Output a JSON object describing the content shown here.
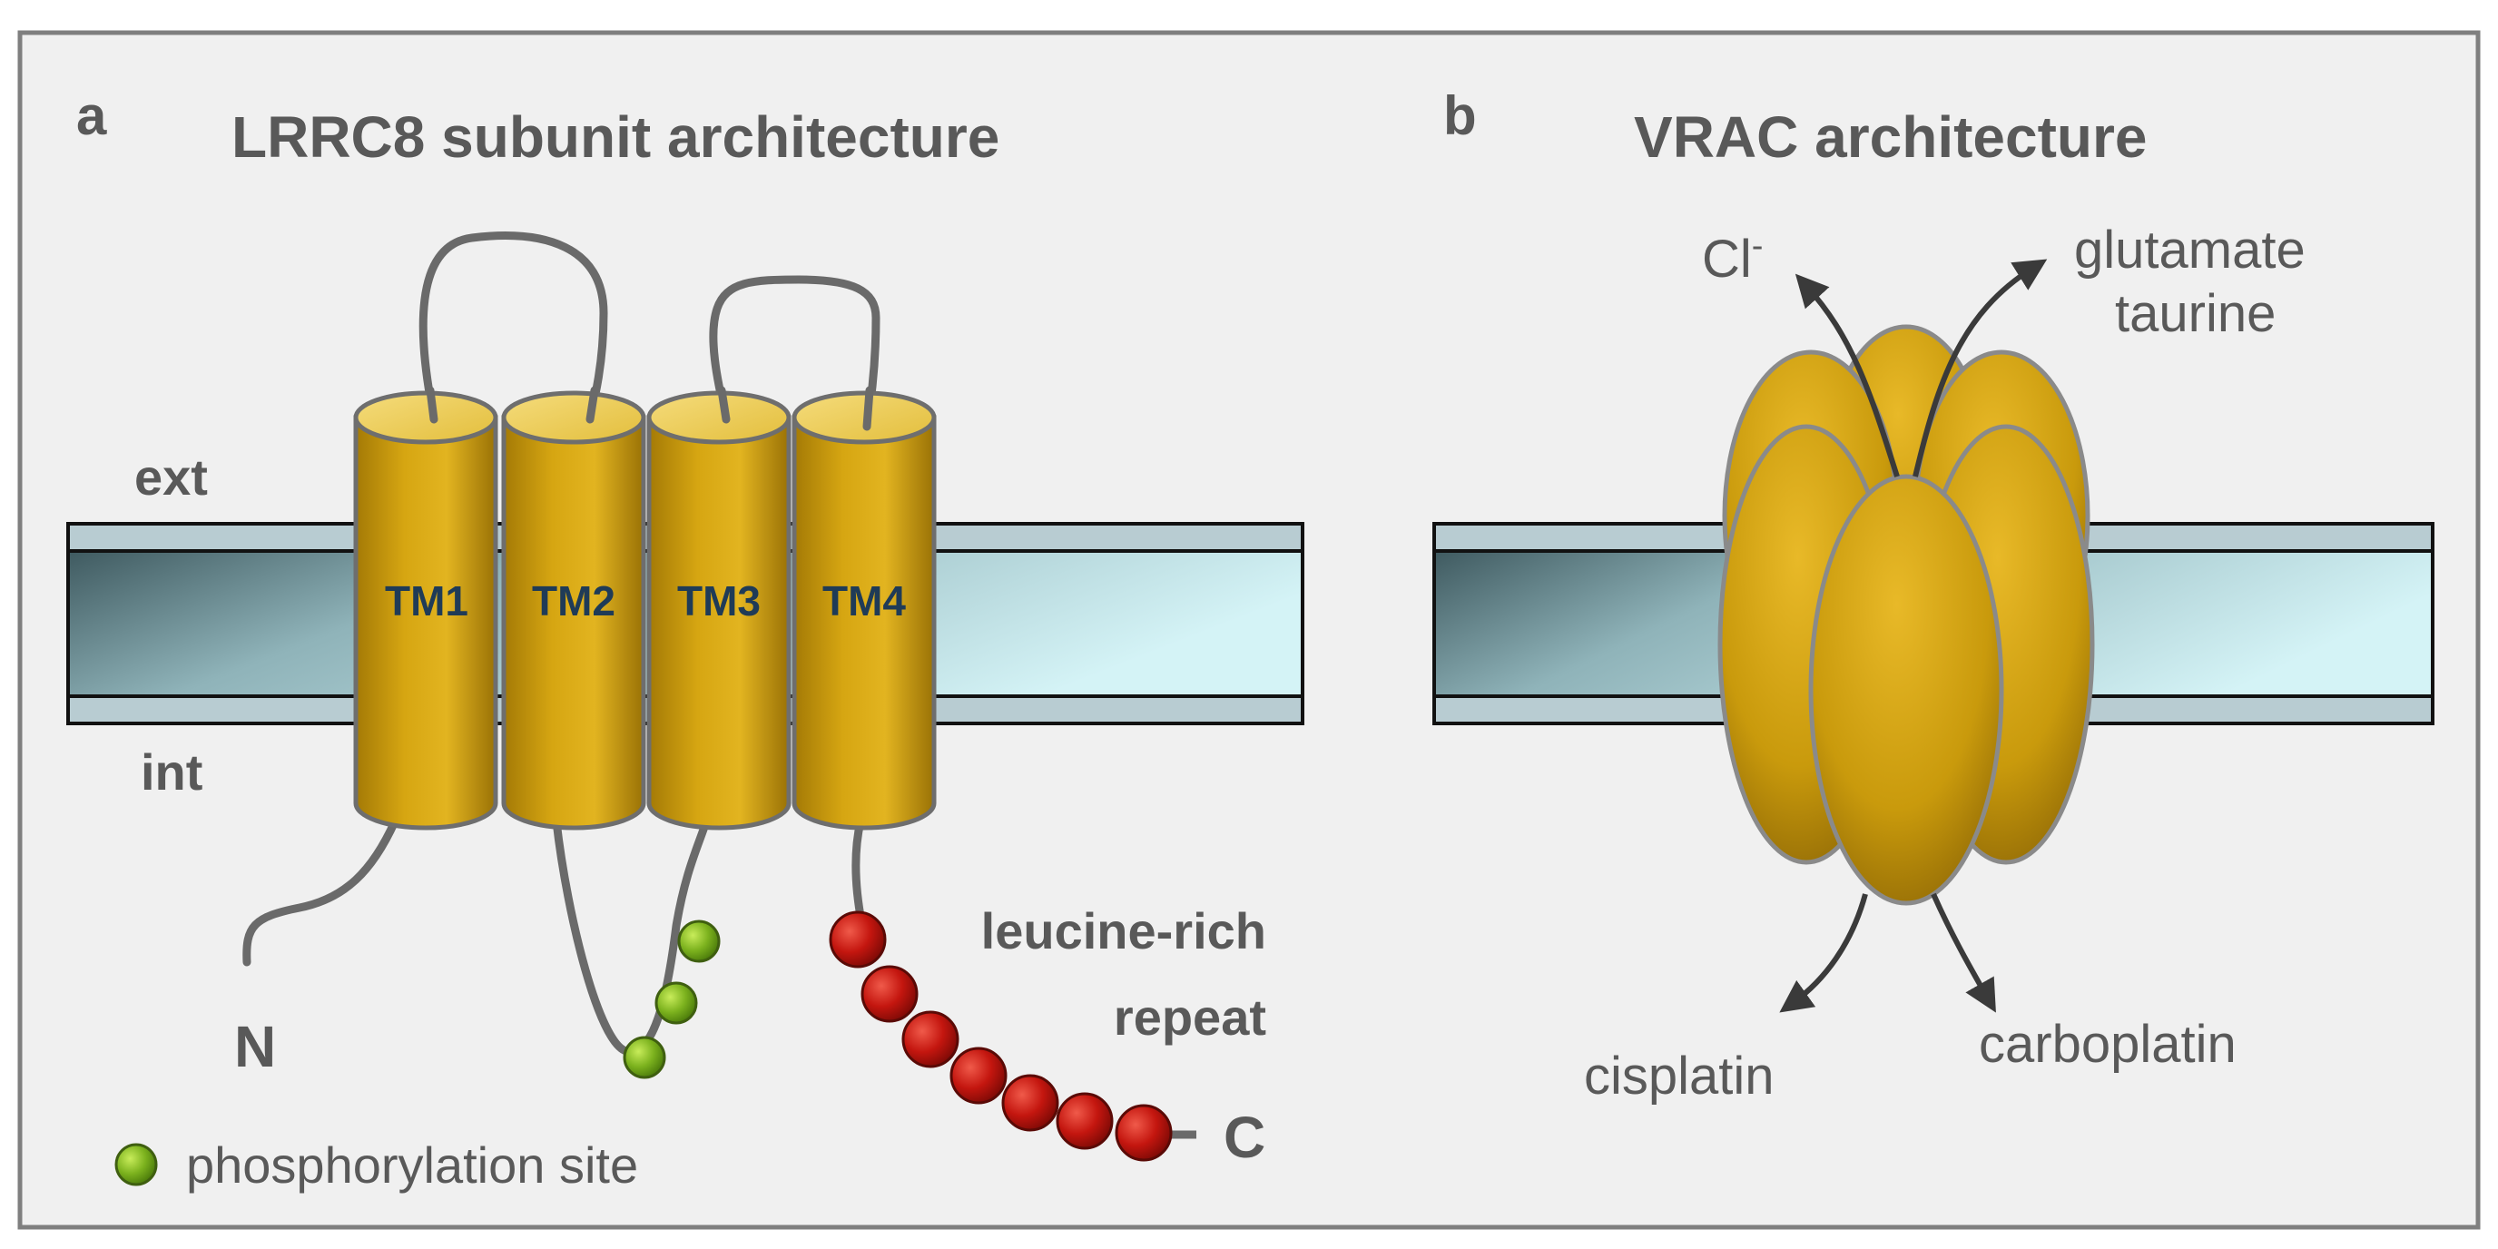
{
  "panel_a": {
    "letter": "a",
    "title": "LRRC8 subunit architecture",
    "ext_label": "ext",
    "int_label": "int",
    "helices": [
      "TM1",
      "TM2",
      "TM3",
      "TM4"
    ],
    "n_term": "N",
    "c_term": "C",
    "lrr_line1": "leucine-rich",
    "lrr_line2": "repeat",
    "legend_phospho": "phosphorylation site"
  },
  "panel_b": {
    "letter": "b",
    "title": "VRAC architecture",
    "cl_label": "Cl",
    "cl_charge": "-",
    "glutamate": "glutamate",
    "taurine": "taurine",
    "cisplatin": "cisplatin",
    "carboplatin": "carboplatin"
  },
  "colors": {
    "background": "#f0f0f0",
    "frame": "#7f7f7f",
    "helix": "#d4a20a",
    "helix_top": "#f0d36a",
    "phospho": "#7cb21e",
    "lrr_bead": "#c0150f",
    "text": "#595959",
    "tm_text": "#1f3b57"
  }
}
